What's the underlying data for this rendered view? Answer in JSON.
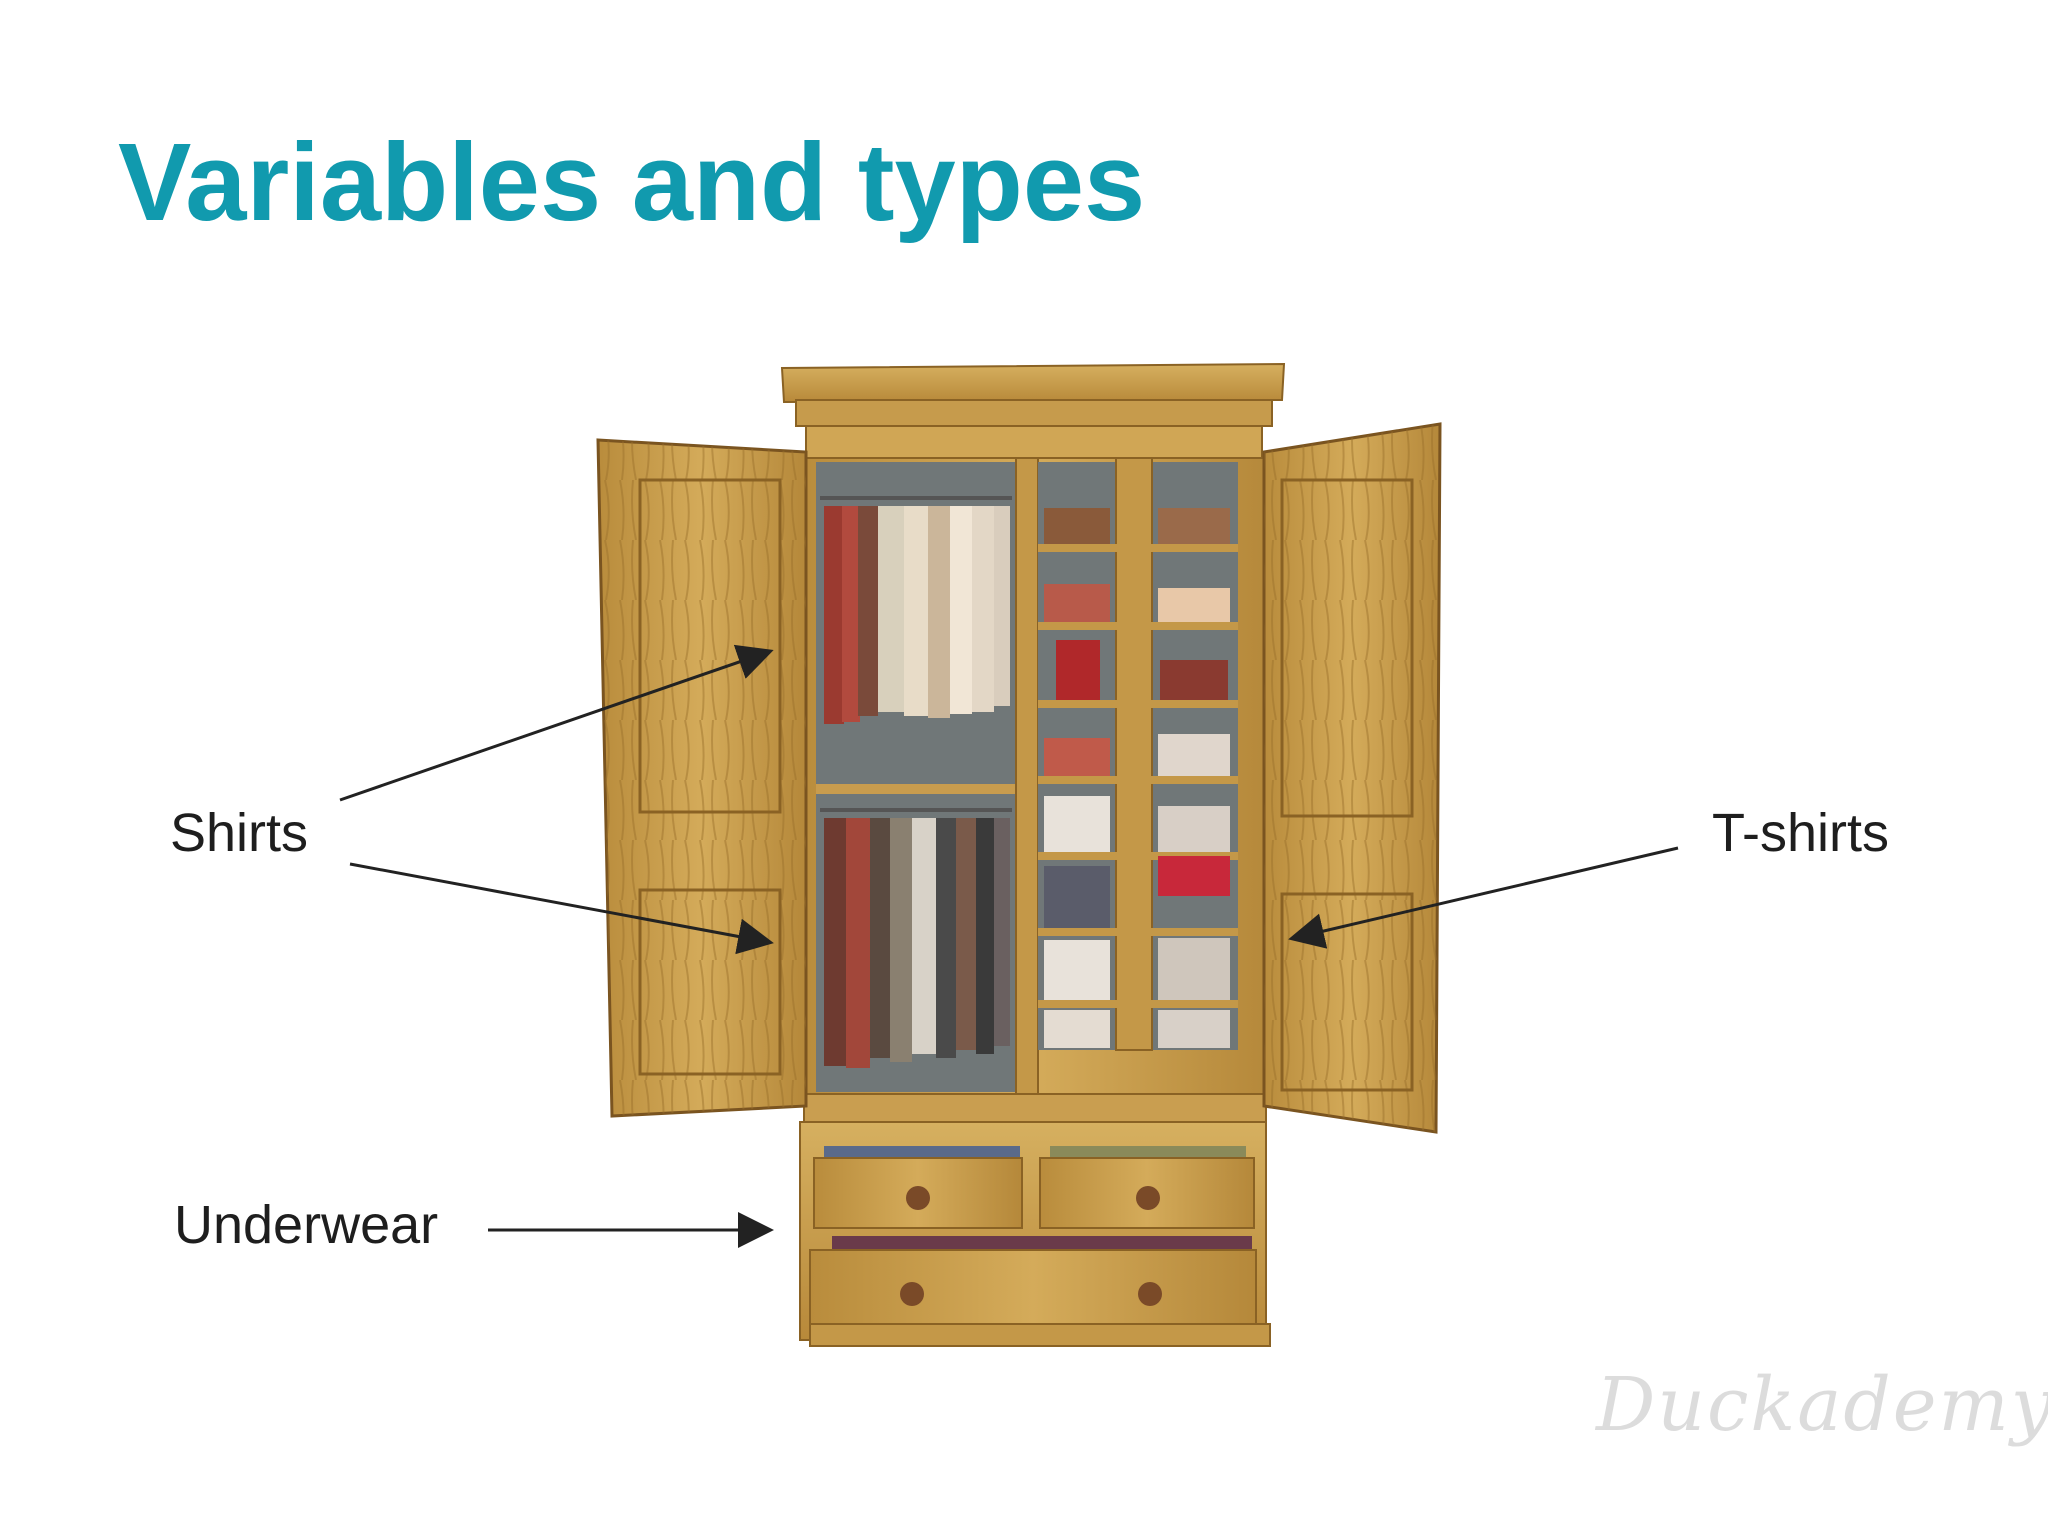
{
  "slide": {
    "title": "Variables and types",
    "labels": {
      "shirts": "Shirts",
      "tshirts": "T-shirts",
      "underwear": "Underwear"
    },
    "logo": "Duckademy"
  },
  "colors": {
    "title": "#119aae",
    "wood": "#c9a04e",
    "wood_dark": "#8a6224",
    "interior": "#6f7677",
    "arrow": "#222222"
  }
}
